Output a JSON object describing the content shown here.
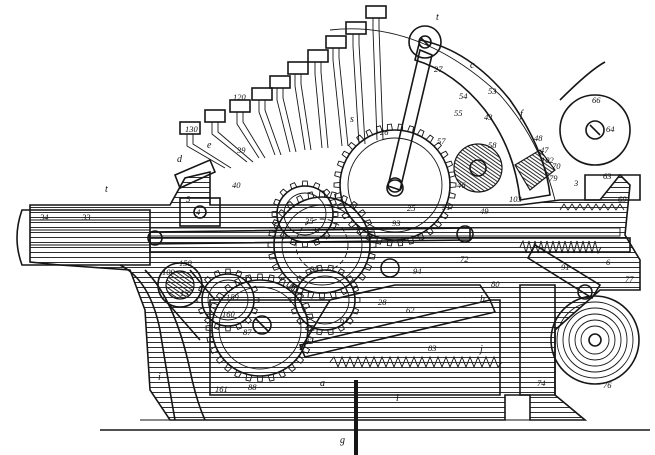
{
  "figure": {
    "description_labels": {
      "letters": [
        "t",
        "c",
        "f",
        "d",
        "e",
        "s",
        "t",
        "h",
        "j",
        "a",
        "i",
        "l",
        "g"
      ],
      "numbers": [
        "130",
        "120",
        "39",
        "40",
        "5",
        "34",
        "33",
        "4",
        "26",
        "27",
        "53",
        "54",
        "55",
        "43",
        "57",
        "58",
        "46",
        "51",
        "48",
        "47",
        "102",
        "70",
        "79",
        "3",
        "63",
        "66",
        "64",
        "49",
        "103",
        "25",
        "93",
        "31",
        "35",
        "30",
        "94",
        "72",
        "28",
        "109",
        "150",
        "157",
        "159",
        "160",
        "87",
        "82",
        "61",
        "62",
        "83",
        "88",
        "161",
        "74",
        "76",
        "77",
        "69",
        "80",
        "91",
        "6"
      ]
    }
  }
}
